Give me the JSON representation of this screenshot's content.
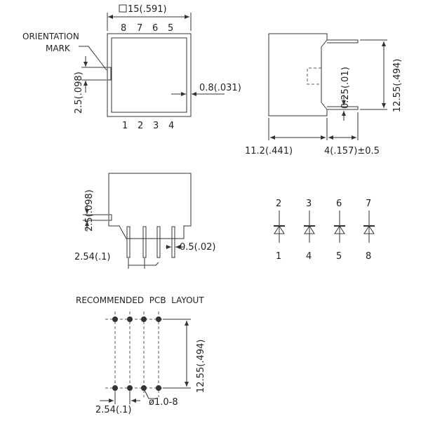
{
  "top_view": {
    "size_label": "15(.591)",
    "pins_top": [
      "8",
      "7",
      "6",
      "5"
    ],
    "pins_bottom": [
      "1",
      "2",
      "3",
      "4"
    ],
    "orientation_label_1": "ORIENTATION",
    "orientation_label_2": "MARK",
    "mark_dim": "2.5(.098)",
    "wall_dim": "0.8(.031)"
  },
  "side_view": {
    "height_dim": "12.55(.494)",
    "offset_dim": "0.25(.01)",
    "width_dim": "11.2(.441)",
    "lead_dim": "4(.157)±0.5"
  },
  "front_view": {
    "mark_dim": "2.5(.098)",
    "pitch_dim": "2.54(.1)",
    "lead_width_dim": "0.5(.02)"
  },
  "schematic": {
    "top_pins": [
      "2",
      "3",
      "6",
      "7"
    ],
    "bottom_pins": [
      "1",
      "4",
      "5",
      "8"
    ]
  },
  "pcb_layout": {
    "title": "RECOMMENDED  PCB  LAYOUT",
    "height_dim": "12.55(.494)",
    "pitch_dim": "2.54(.1)",
    "hole_dim": "ø1.0-8"
  }
}
